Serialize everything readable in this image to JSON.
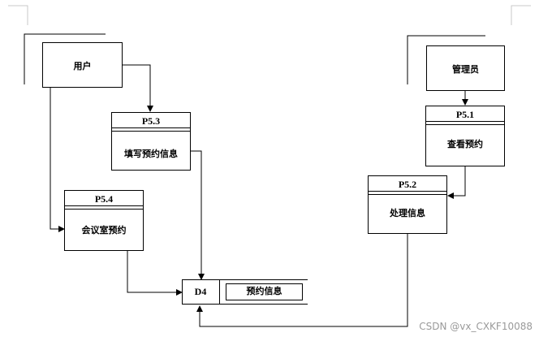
{
  "diagram": {
    "entities": {
      "user": "用户",
      "admin": "管理员"
    },
    "processes": {
      "p51": {
        "id": "P5.1",
        "name": "查看预约"
      },
      "p52": {
        "id": "P5.2",
        "name": "处理信息"
      },
      "p53": {
        "id": "P5.3",
        "name": "填写预约信息"
      },
      "p54": {
        "id": "P5.4",
        "name": "会议室预约"
      }
    },
    "datastore": {
      "id": "D4",
      "name": "预约信息"
    }
  },
  "watermark": "CSDN @vx_CXKF10088"
}
